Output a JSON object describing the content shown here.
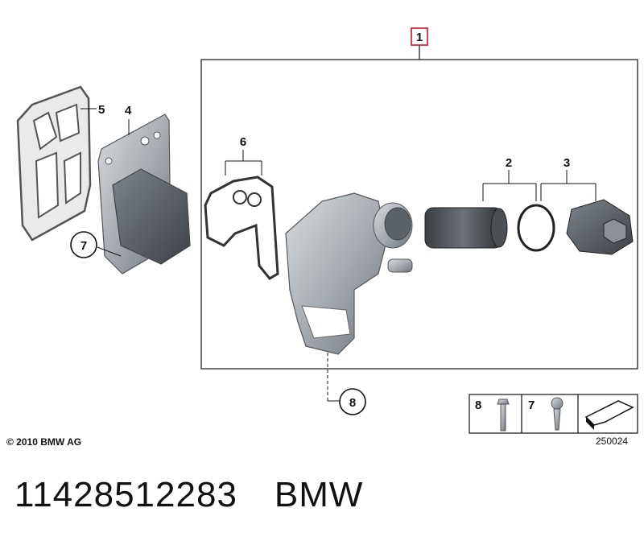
{
  "callouts": {
    "main_assembly": "1",
    "filter_insert": "2",
    "filter_cap": "3",
    "oil_cooler": "4",
    "cooler_gasket": "5",
    "housing_gasket": "6",
    "cooler_screw": "7",
    "housing_bolt": "8"
  },
  "legend": {
    "item_a_number": "8",
    "item_b_number": "7",
    "ref_code": "250024"
  },
  "footer": {
    "copyright": "© 2010 BMW AG",
    "part_number": "11428512283",
    "brand": "BMW"
  },
  "colors": {
    "highlight_box": "#d0102a",
    "line": "#111111",
    "part_gray": "#9aa0a6",
    "part_dark": "#5a6066"
  }
}
